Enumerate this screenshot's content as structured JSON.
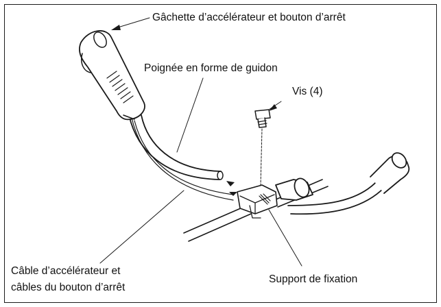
{
  "diagram": {
    "labels": {
      "trigger": "Gâchette d’accélérateur et bouton d’arrêt",
      "handle": "Poignée en forme de guidon",
      "screws": "Vis (4)",
      "cables_line1": "Câble d’accélérateur et",
      "cables_line2": "câbles du bouton d’arrêt",
      "bracket": "Support de fixation"
    },
    "colors": {
      "ink": "#1a1a1a",
      "background": "#ffffff"
    }
  }
}
